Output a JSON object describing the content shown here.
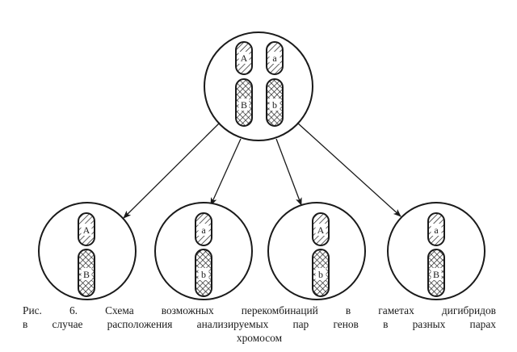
{
  "parent_cell": {
    "labels": [
      "A",
      "a",
      "B",
      "b"
    ]
  },
  "gametes": [
    {
      "labels": [
        "A",
        "B"
      ]
    },
    {
      "labels": [
        "a",
        "b"
      ]
    },
    {
      "labels": [
        "A",
        "b"
      ]
    },
    {
      "labels": [
        "a",
        "B"
      ]
    }
  ],
  "caption": {
    "line1": "Рис. 6. Схема возможных перекомбинаций в гаметах дигибридов",
    "line2": "в случае расположения анализируемых пар генов в разных парах",
    "line3": "хромосом"
  }
}
